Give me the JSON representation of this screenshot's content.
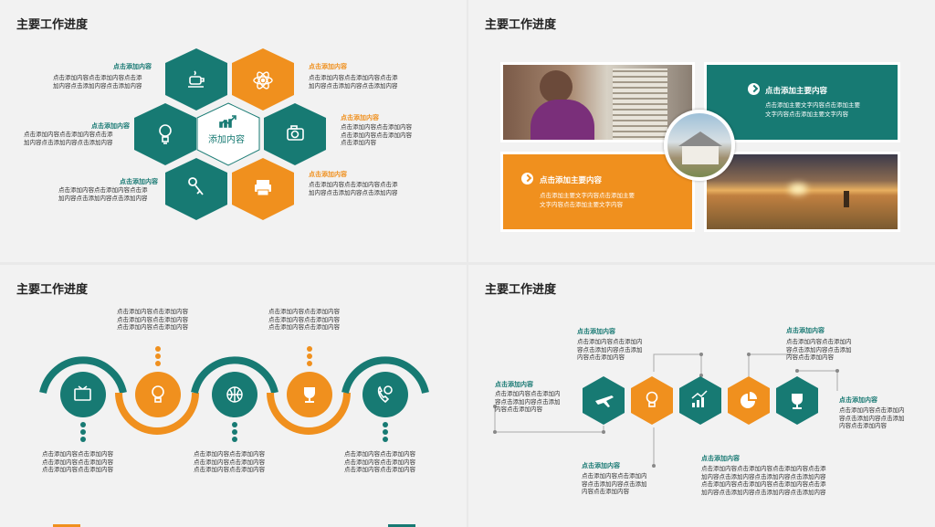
{
  "colors": {
    "teal": "#177a73",
    "orange": "#f0901e"
  },
  "slide1": {
    "title": "主要工作进度",
    "center": "添加内容",
    "icons": [
      "teacup-icon",
      "atom-icon",
      "lightbulb-icon",
      "camera-icon",
      "key-icon",
      "printer-icon"
    ],
    "items": [
      {
        "heading": "点击添加内容",
        "lines": [
          "点击添加内容点击添加内容点击添",
          "加内容点击添加内容点击添加内容"
        ]
      },
      {
        "heading": "点击添加内容",
        "lines": [
          "点击添加内容点击添加内容点击添",
          "加内容点击添加内容点击添加内容"
        ]
      },
      {
        "heading": "点击添加内容",
        "lines": [
          "点击添加内容点击添加内容点击添",
          "加内容点击添加内容点击添加内容"
        ]
      },
      {
        "heading": "点击添加内容",
        "lines": [
          "点击添加内容点击添加内容",
          "点击添加内容点击添加内容",
          "点击添加内容"
        ]
      },
      {
        "heading": "点击添加内容",
        "lines": [
          "点击添加内容点击添加内容点击添",
          "加内容点击添加内容点击添加内容"
        ]
      },
      {
        "heading": "点击添加内容",
        "lines": [
          "点击添加内容点击添加内容点击添",
          "加内容点击添加内容点击添加内容"
        ]
      }
    ]
  },
  "slide2": {
    "title": "主要工作进度",
    "card1": {
      "heading": "点击添加主要内容",
      "lines": [
        "点击添加主要文字内容点击添加主要",
        "文字内容点击添加主要文字内容"
      ]
    },
    "card2": {
      "heading": "点击添加主要内容",
      "lines": [
        "点击添加主要文字内容点击添加主要",
        "文字内容点击添加主要文字内容"
      ]
    }
  },
  "slide3": {
    "title": "主要工作进度",
    "icons": [
      "tv-icon",
      "lightbulb-icon",
      "basketball-icon",
      "trophy-icon",
      "phone-24-icon"
    ],
    "top": [
      [
        "点击添加内容点击添加内容",
        "点击添加内容点击添加内容",
        "点击添加内容点击添加内容"
      ],
      [
        "点击添加内容点击添加内容",
        "点击添加内容点击添加内容",
        "点击添加内容点击添加内容"
      ]
    ],
    "bottom": [
      [
        "点击添加内容点击添加内容",
        "点击添加内容点击添加内容",
        "点击添加内容点击添加内容"
      ],
      [
        "点击添加内容点击添加内容",
        "点击添加内容点击添加内容",
        "点击添加内容点击添加内容"
      ],
      [
        "点击添加内容点击添加内容",
        "点击添加内容点击添加内容",
        "点击添加内容点击添加内容"
      ]
    ]
  },
  "slide4": {
    "title": "主要工作进度",
    "icons": [
      "airplane-icon",
      "lightbulb-icon",
      "growth-chart-icon",
      "pie-chart-icon",
      "trophy-icon"
    ],
    "labels": [
      {
        "heading": "点击添加内容",
        "lines": [
          "点击添加内容点击添加内",
          "容点击添加内容点击添加",
          "内容点击添加内容"
        ]
      },
      {
        "heading": "点击添加内容",
        "lines": [
          "点击添加内容点击添加内",
          "容点击添加内容点击添加",
          "内容点击添加内容"
        ]
      },
      {
        "heading": "点击添加内容",
        "lines": [
          "点击添加内容点击添加内",
          "容点击添加内容点击添加",
          "内容点击添加内容"
        ]
      },
      {
        "heading": "点击添加内容",
        "lines": [
          "点击添加内容点击添加内",
          "容点击添加内容点击添加",
          "内容点击添加内容"
        ]
      },
      {
        "heading": "点击添加内容",
        "lines": [
          "点击添加内容点击添加内",
          "容点击添加内容点击添加",
          "内容点击添加内容"
        ]
      },
      {
        "heading": "点击添加内容",
        "lines": [
          "点击添加内容点击添加内容点击添加内容点击添",
          "加内容点击添加内容点击添加内容点击添加内容",
          "点击添加内容点击添加内容点击添加内容点击添",
          "加内容点击添加内容点击添加内容点击添加内容"
        ]
      }
    ]
  }
}
